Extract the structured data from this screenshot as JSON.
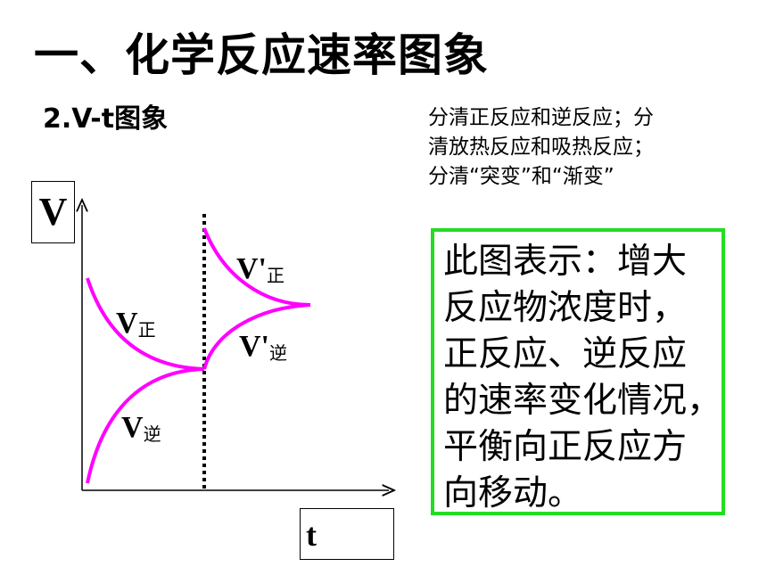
{
  "title": "一、化学反应速率图象",
  "subtitle": "2.V-t图象",
  "note_lines": [
    "分清正反应和逆反应；分",
    "清放热反应和吸热反应；",
    "分清“突变”和“渐变”"
  ],
  "explain_lines": [
    "此图表示：增大",
    "反应物浓度时，",
    "正反应、逆反应",
    "的速率变化情况，",
    "平衡向正反应方",
    "向移动。"
  ],
  "axes": {
    "y_label": "V",
    "x_label": "t"
  },
  "curves": {
    "v_forward": {
      "main": "V",
      "sub": "正"
    },
    "v_reverse": {
      "main": "V",
      "sub": "逆"
    },
    "v_forward_new": {
      "main": "V'",
      "sub": "正"
    },
    "v_reverse_new": {
      "main": "V'",
      "sub": "逆"
    }
  },
  "colors": {
    "curve": "#ff00ff",
    "box_border": "#22dd22",
    "axis": "#000000"
  }
}
